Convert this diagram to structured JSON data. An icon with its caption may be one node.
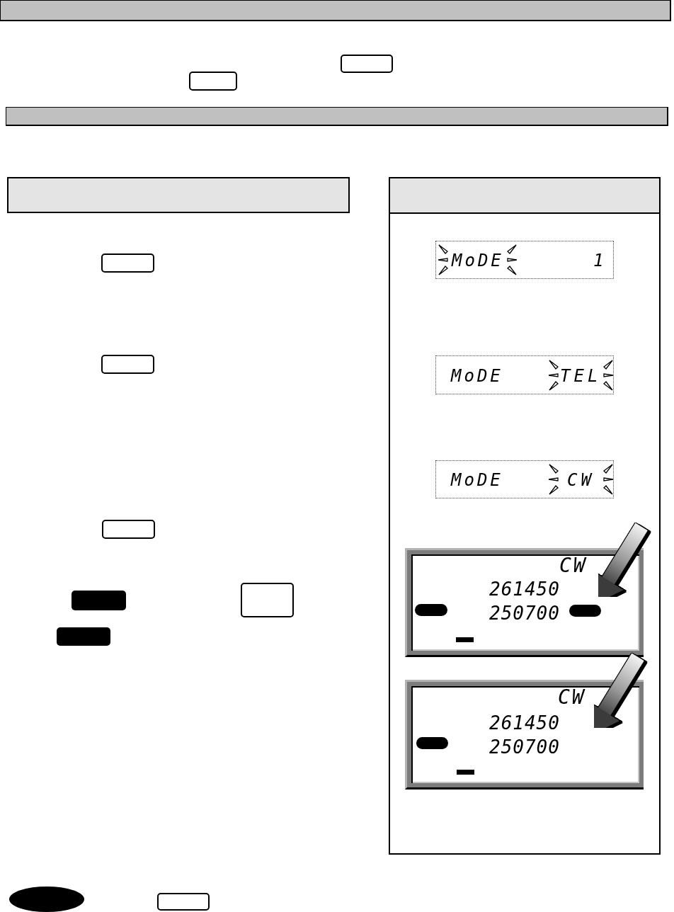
{
  "diagram": {
    "nodes": [
      {
        "text": [],
        "shape": "box"
      },
      {
        "text": [],
        "shape": "box"
      },
      {
        "text": [],
        "shape": "box"
      },
      {
        "text": [],
        "shape": "box"
      },
      {
        "text": [],
        "shape": "box"
      },
      {
        "text": [],
        "shape": "box"
      },
      {
        "text": [],
        "shape": "box"
      },
      {
        "text": [],
        "shape": "box"
      },
      {
        "text": [],
        "shape": "box"
      },
      {
        "text": [
          "MoDE",
          "1"
        ],
        "in": 8
      },
      {
        "text": [
          "MoDE",
          "TEL"
        ],
        "in": 8
      },
      {
        "text": [
          "MoDE",
          "CW"
        ],
        "in": 8
      },
      {
        "text": [
          "CW",
          "261450",
          "250700"
        ],
        "in": 8
      },
      {
        "text": [],
        "shape": "bar",
        "in": 12
      },
      {
        "text": [],
        "shape": "bar",
        "in": 12
      },
      {
        "text": [
          "CW",
          "261450",
          "250700"
        ],
        "in": 8
      },
      {
        "text": [],
        "shape": "bar",
        "in": 15
      },
      {
        "text": [],
        "shape": "circle"
      },
      {
        "text": [],
        "shape": "box"
      }
    ],
    "edges": [
      {
        "from": null,
        "to": 14,
        "arrow": "to"
      },
      {
        "from": 12,
        "to": 15,
        "arrow": "to"
      }
    ]
  }
}
